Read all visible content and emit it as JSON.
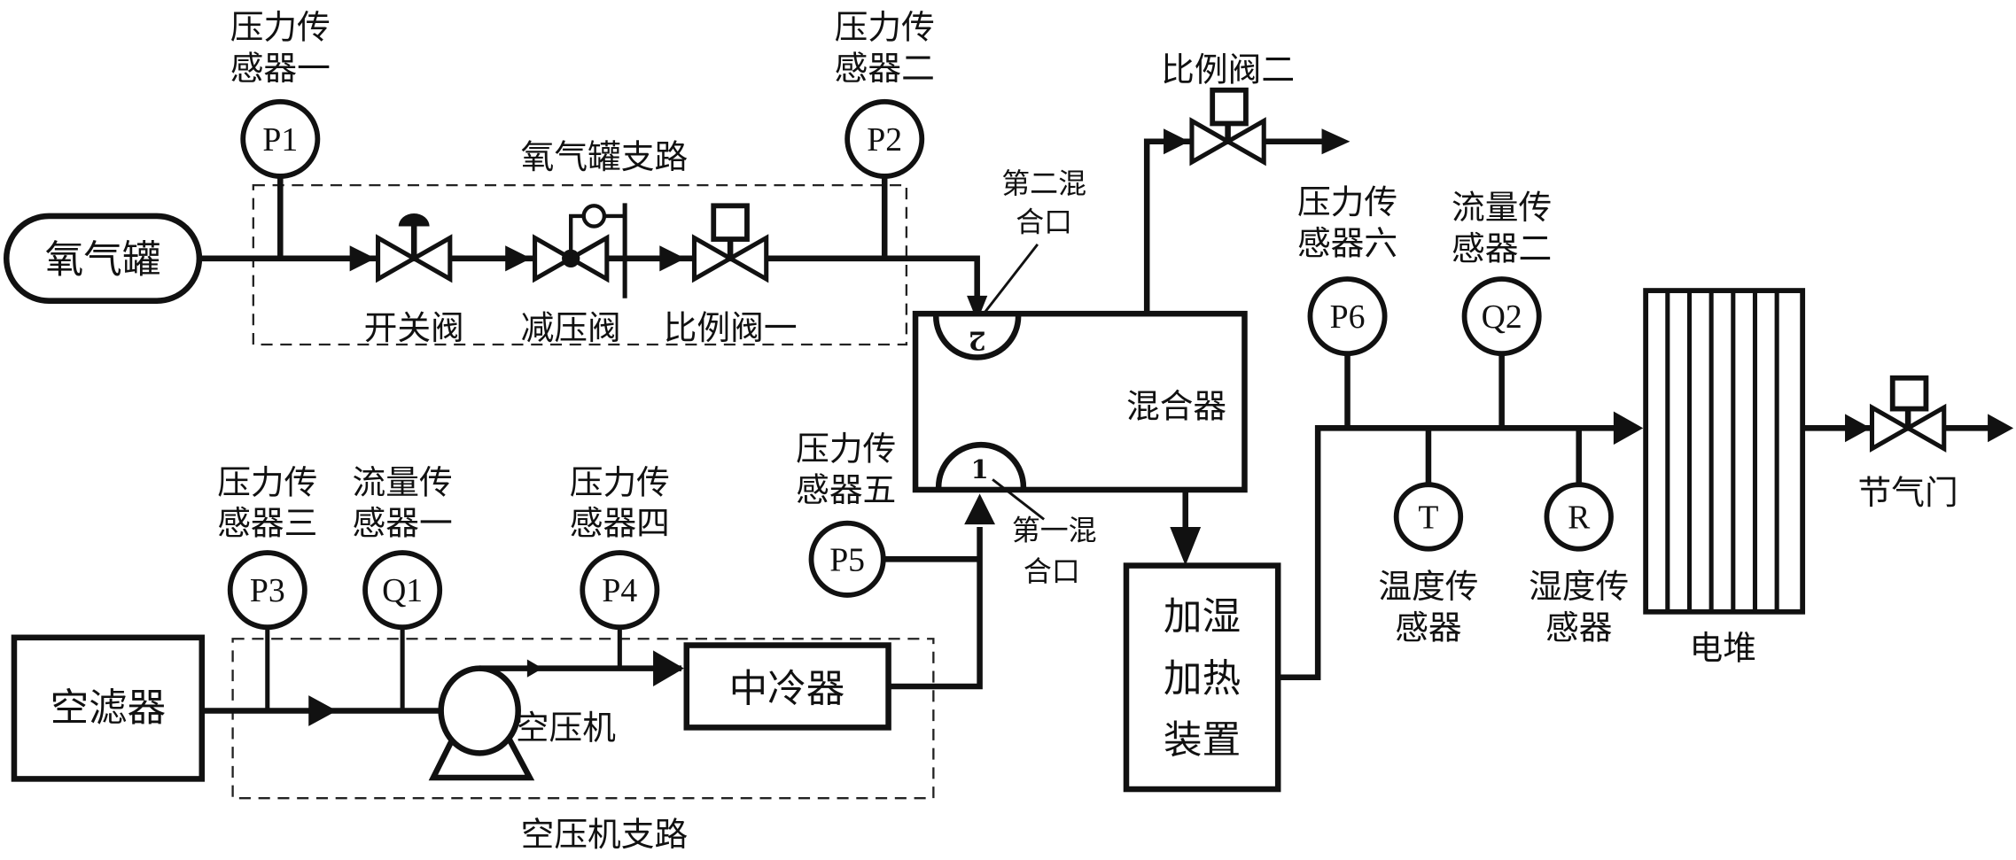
{
  "diagram": {
    "components": {
      "oxygen_tank": "氧气罐",
      "air_filter": "空滤器",
      "compressor": "空压机",
      "intercooler": "中冷器",
      "mixer": "混合器",
      "humidifier_line1": "加湿",
      "humidifier_line2": "加热",
      "humidifier_line3": "装置",
      "stack": "电堆",
      "throttle": "节气门",
      "mix_port_1_num": "1",
      "mix_port_2_num": "2"
    },
    "valves": {
      "switch_valve": "开关阀",
      "reducing_valve": "减压阀",
      "prop_valve_1": "比例阀一",
      "prop_valve_2": "比例阀二"
    },
    "branches": {
      "oxygen_branch": "氧气罐支路",
      "compressor_branch": "空压机支路"
    },
    "ports": {
      "port2_line1": "第二混",
      "port2_line2": "合口",
      "port1_line1": "第一混",
      "port1_line2": "合口"
    },
    "sensors": [
      {
        "id": "P1",
        "line1": "压力传",
        "line2": "感器一"
      },
      {
        "id": "P2",
        "line1": "压力传",
        "line2": "感器二"
      },
      {
        "id": "P3",
        "line1": "压力传",
        "line2": "感器三"
      },
      {
        "id": "Q1",
        "line1": "流量传",
        "line2": "感器一"
      },
      {
        "id": "P4",
        "line1": "压力传",
        "line2": "感器四"
      },
      {
        "id": "P5",
        "line1": "压力传",
        "line2": "感器五"
      },
      {
        "id": "P6",
        "line1": "压力传",
        "line2": "感器六"
      },
      {
        "id": "Q2",
        "line1": "流量传",
        "line2": "感器二"
      },
      {
        "id": "T",
        "line1": "温度传",
        "line2": "感器"
      },
      {
        "id": "R",
        "line1": "湿度传",
        "line2": "感器"
      }
    ]
  }
}
